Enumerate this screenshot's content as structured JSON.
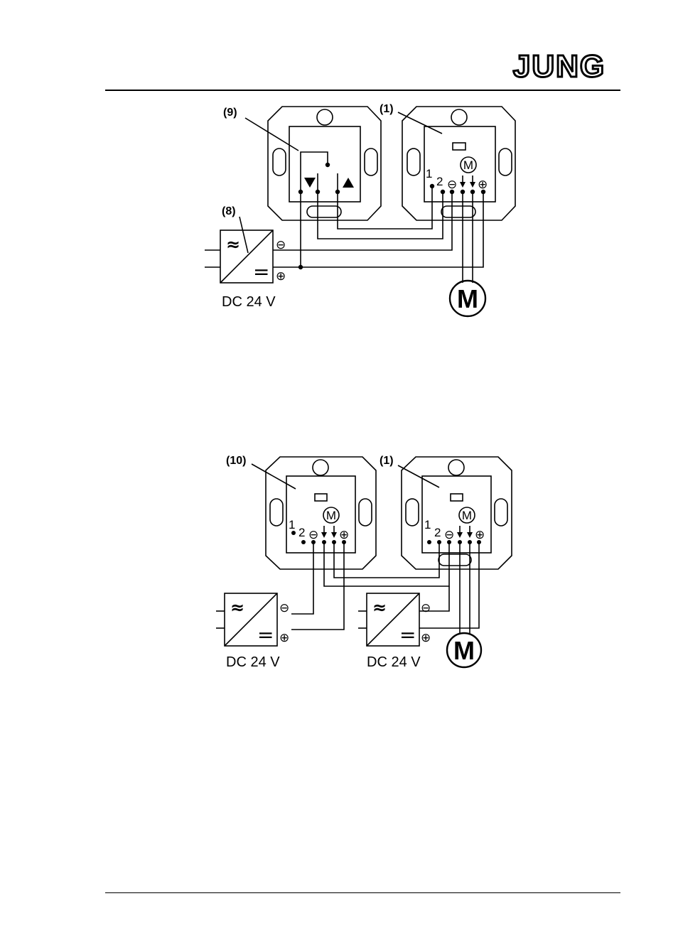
{
  "header": {
    "brand": "JUNG"
  },
  "diagram_1": {
    "ref_left": "(9)",
    "ref_right": "(1)",
    "ref_psu": "(8)",
    "terminal_1": "1",
    "terminal_2": "2",
    "motor_symbol": "M",
    "motor_label": "M",
    "psu_ac_symbol": "≈",
    "psu_dc_symbol": "=",
    "minus": "⊖",
    "plus": "⊕",
    "psu_caption": "DC 24 V"
  },
  "diagram_2": {
    "ref_left": "(10)",
    "ref_right": "(1)",
    "left_terminal_1": "1",
    "left_terminal_2": "2",
    "right_terminal_1": "1",
    "right_terminal_2": "2",
    "left_motor_symbol": "M",
    "right_motor_symbol": "M",
    "motor_label": "M",
    "psu_ac_symbol": "≈",
    "psu_dc_symbol": "=",
    "minus": "⊖",
    "plus": "⊕",
    "psu_left_caption": "DC 24 V",
    "psu_right_caption": "DC 24 V"
  }
}
